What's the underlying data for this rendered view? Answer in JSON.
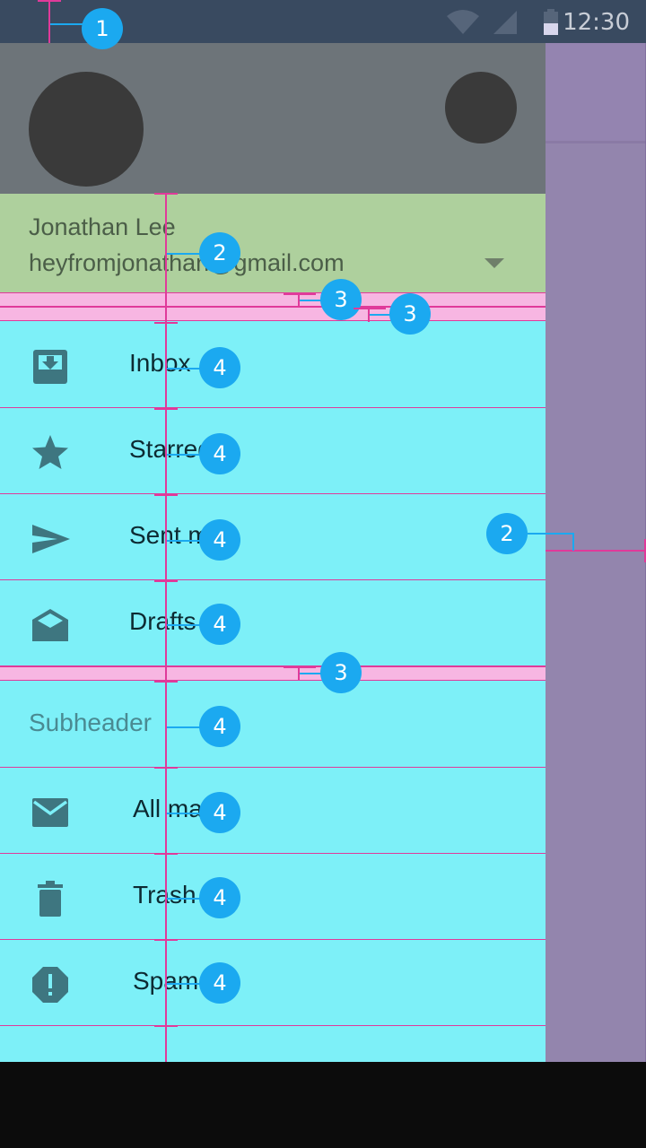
{
  "status_bar": {
    "time": "12:30",
    "icons": [
      "wifi-icon",
      "signal-icon",
      "battery-icon"
    ]
  },
  "account": {
    "name": "Jonathan Lee",
    "email": "heyfromjonathan@gmail.com",
    "toggle_icon": "arrow-drop-down-icon"
  },
  "nav_items": [
    {
      "label": "Inbox",
      "icon": "inbox-icon"
    },
    {
      "label": "Starred",
      "icon": "star-icon"
    },
    {
      "label": "Sent mail",
      "icon": "send-icon"
    },
    {
      "label": "Drafts",
      "icon": "drafts-icon"
    }
  ],
  "subheader": "Subheader",
  "secondary_items": [
    {
      "label": "All mail",
      "icon": "mail-icon"
    },
    {
      "label": "Trash",
      "icon": "trash-icon"
    },
    {
      "label": "Spam",
      "icon": "report-icon"
    }
  ],
  "annotations": [
    "1",
    "2",
    "2",
    "3",
    "3",
    "3",
    "4",
    "4",
    "4",
    "4",
    "4",
    "4",
    "4",
    "4"
  ],
  "colors": {
    "status_bar": "#394a60",
    "header": "#6d7479",
    "account": "#aed09d",
    "list": "#7df0f8",
    "spacer": "#f7b6e2",
    "keyline": "#e03a9a",
    "badge": "#1ba9f0",
    "icon": "#3e7680",
    "scrim": "#9385ad"
  }
}
